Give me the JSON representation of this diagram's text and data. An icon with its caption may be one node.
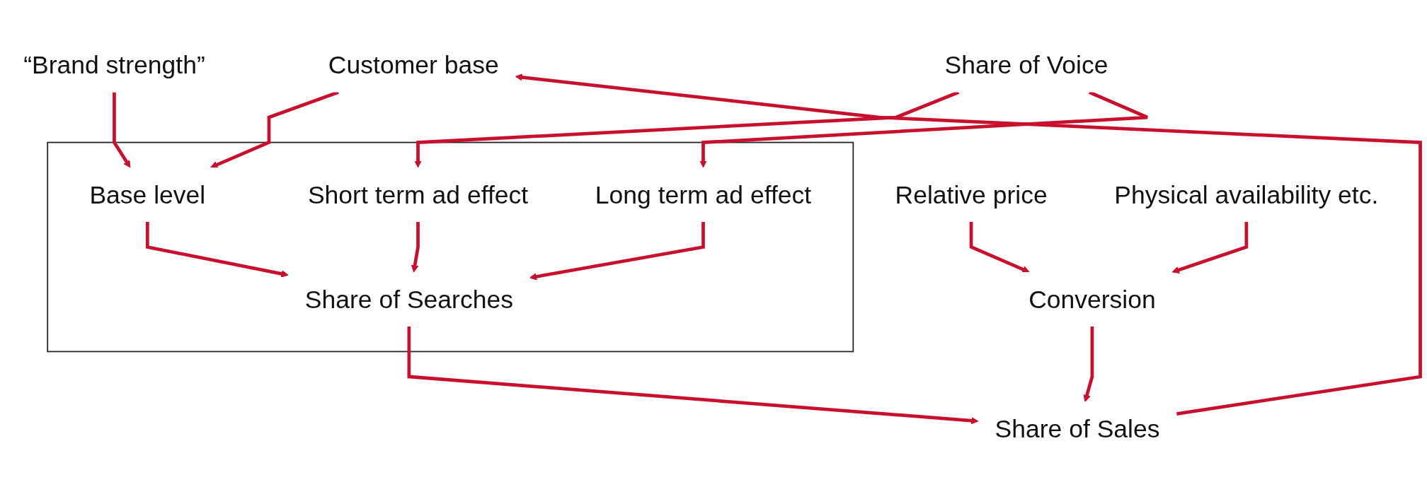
{
  "diagram": {
    "nodes": [
      {
        "text": [
          "Customer base"
        ]
      },
      {
        "text": [
          "“Brand strength”"
        ]
      },
      {
        "text": [
          "Share of Voice"
        ]
      },
      {
        "text": [
          "Relative price"
        ]
      },
      {
        "text": [
          "Physical availability etc."
        ]
      },
      {
        "text": [],
        "shape": "box"
      },
      {
        "text": [
          "Base level"
        ],
        "in": 5
      },
      {
        "text": [
          "Short term ad effect"
        ],
        "in": 5
      },
      {
        "text": [
          "Long term ad effect"
        ],
        "in": 5
      },
      {
        "text": [
          "Share of Searches"
        ],
        "in": 5
      },
      {
        "text": [
          "Conversion"
        ]
      },
      {
        "text": [
          "Share of Sales"
        ]
      }
    ],
    "edges": [
      {
        "from": 0,
        "to": 6,
        "arrow": "to"
      },
      {
        "from": 1,
        "to": 6,
        "arrow": "to"
      },
      {
        "from": 2,
        "to": 7,
        "arrow": "to"
      },
      {
        "from": 2,
        "to": 8,
        "arrow": "to"
      },
      {
        "from": 6,
        "to": 9,
        "arrow": "to"
      },
      {
        "from": 7,
        "to": 9,
        "arrow": "to"
      },
      {
        "from": 8,
        "to": 9,
        "arrow": "to"
      },
      {
        "from": 3,
        "to": 10,
        "arrow": "to"
      },
      {
        "from": 4,
        "to": 10,
        "arrow": "to"
      },
      {
        "from": 9,
        "to": 11,
        "arrow": "to"
      },
      {
        "from": 10,
        "to": 11,
        "arrow": "to"
      },
      {
        "from": 11,
        "to": 0,
        "arrow": "to"
      }
    ]
  }
}
